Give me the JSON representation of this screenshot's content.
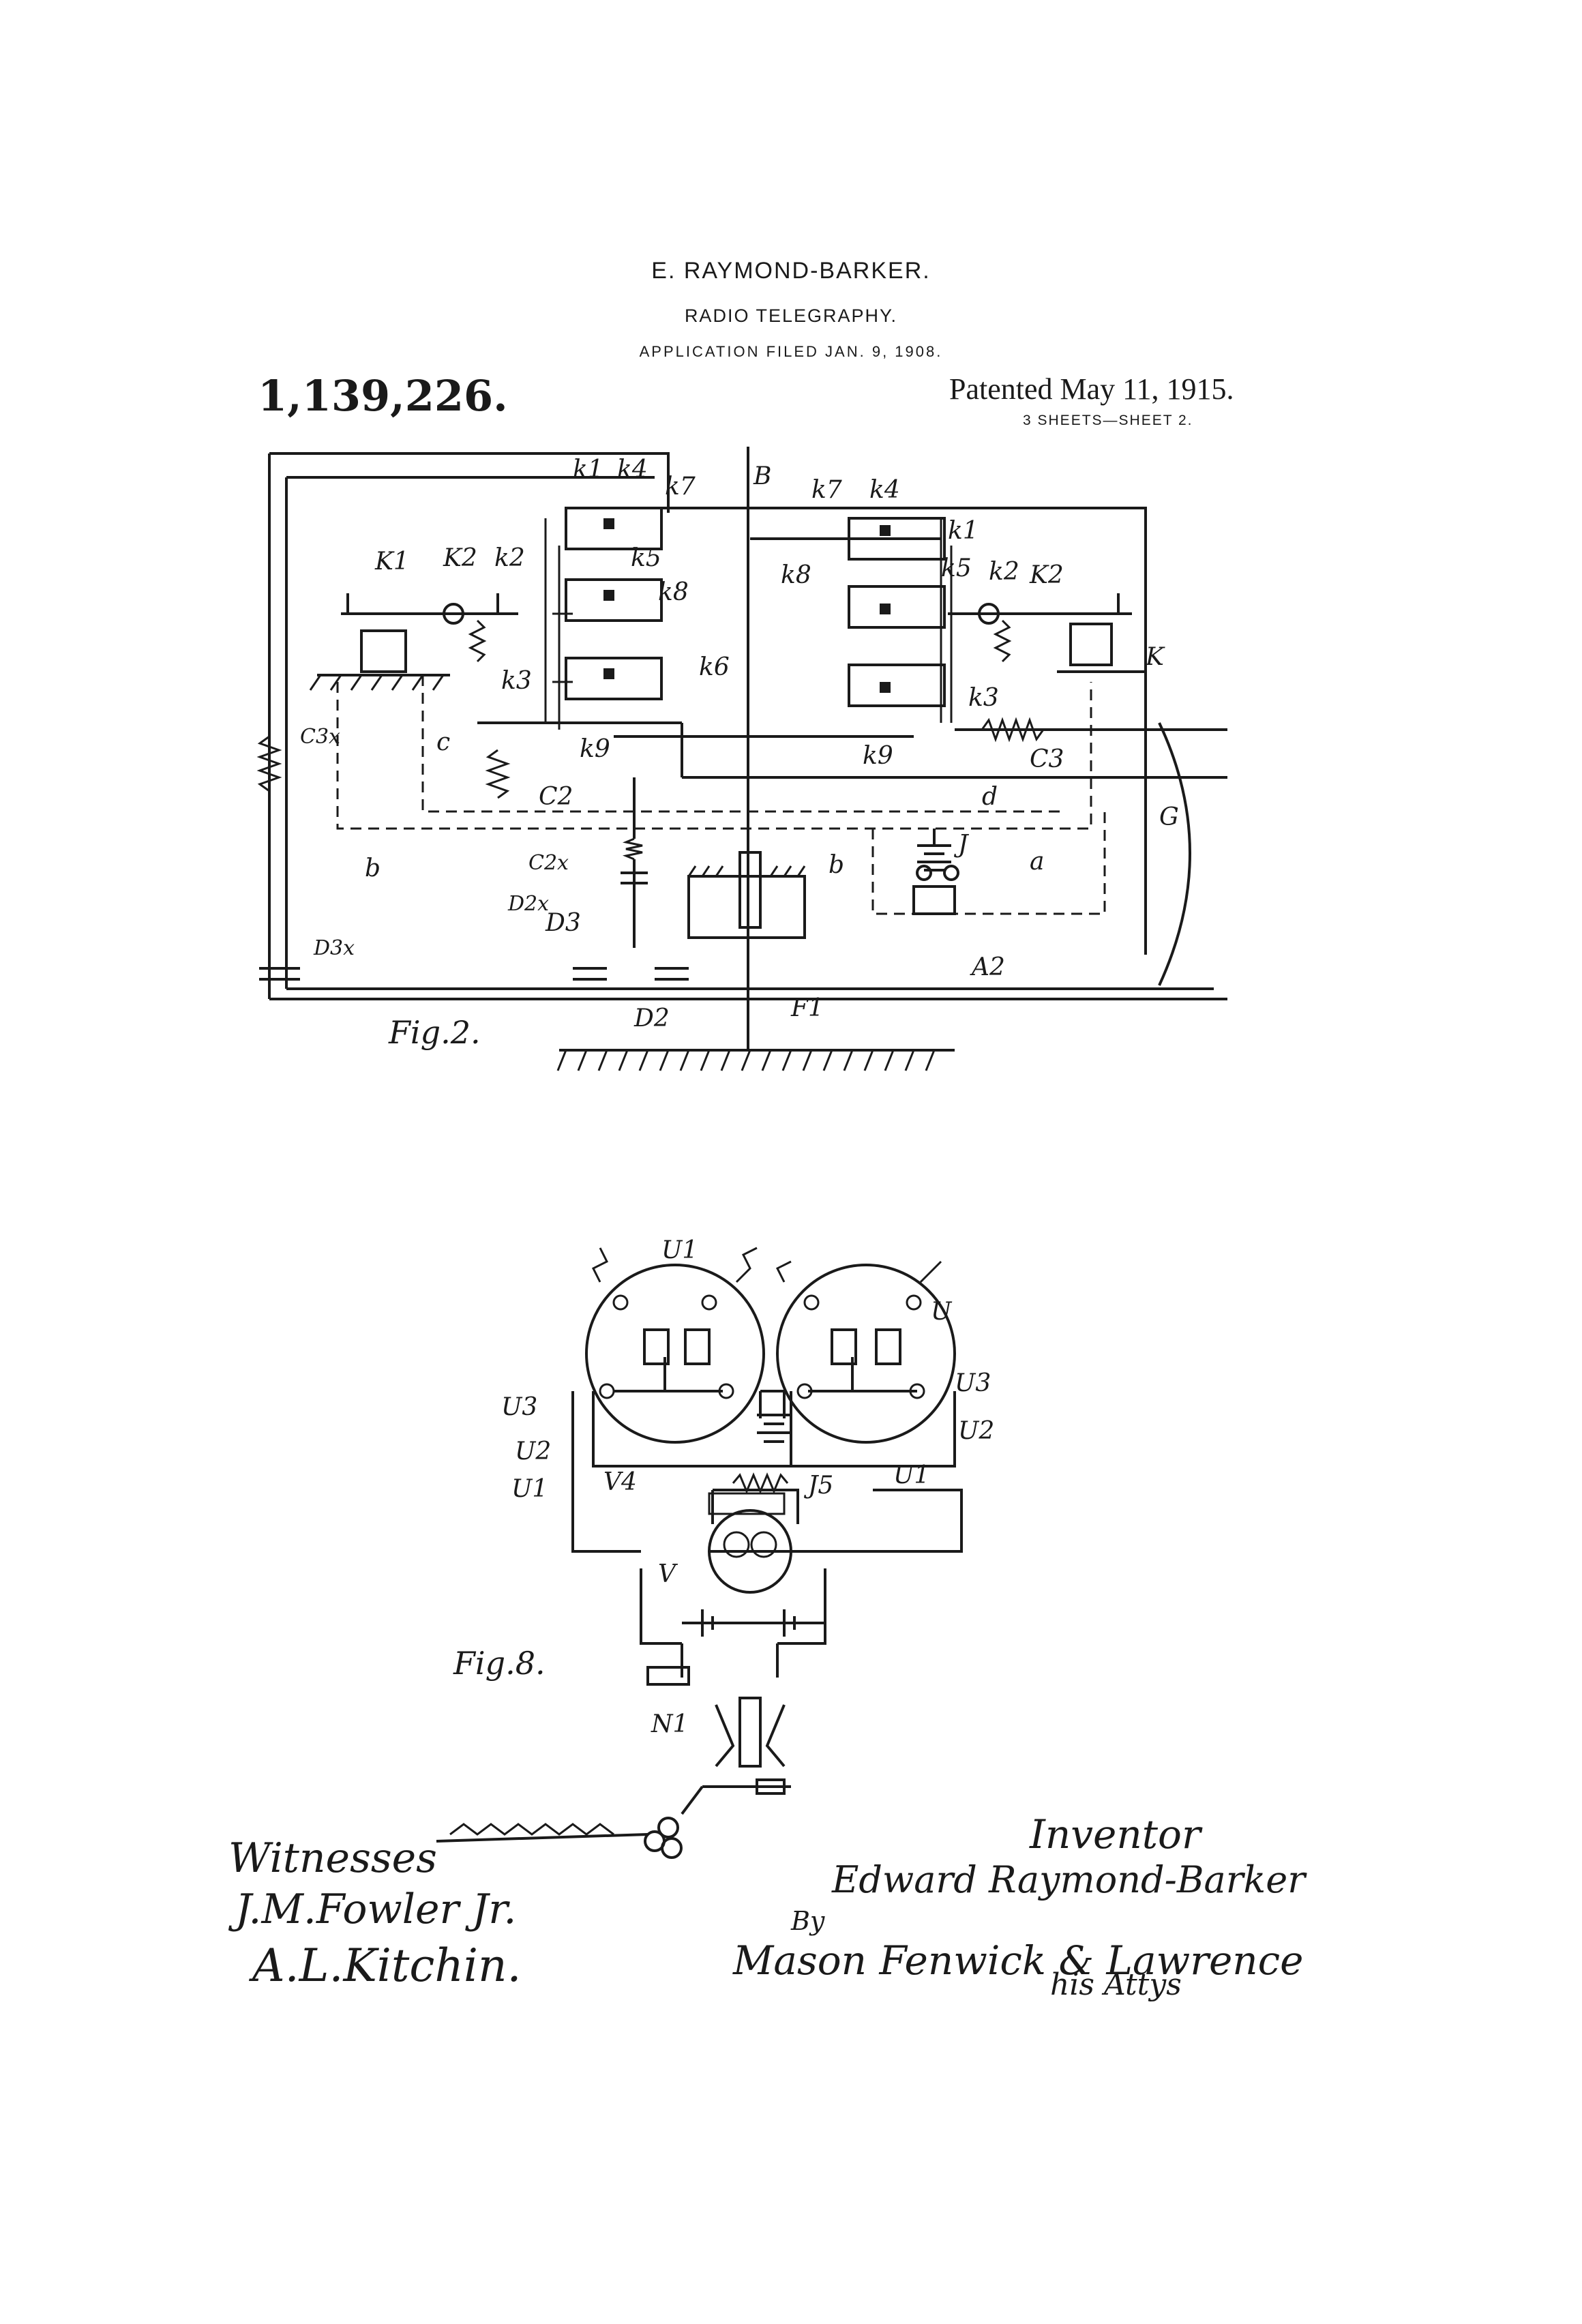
{
  "header": {
    "inventor": "E. RAYMOND-BARKER.",
    "title": "RADIO TELEGRAPHY.",
    "application": "APPLICATION FILED JAN. 9, 1908.",
    "patent_number": "1,139,226.",
    "patent_date": "Patented May 11, 1915.",
    "sheet_info": "3 SHEETS—SHEET 2."
  },
  "figure2": {
    "caption": "Fig.2.",
    "labels": {
      "k1_top": "k1",
      "k4_top": "k4",
      "k7_top": "k7",
      "B": "B",
      "k7_right": "k7",
      "k4_right": "k4",
      "K1": "K1",
      "K2": "K2",
      "k2": "k2",
      "k5": "k5",
      "k8": "k8",
      "k8_right": "k8",
      "k5_right": "k5",
      "k2_right": "k2",
      "K2_right": "K2",
      "k1_right": "k1",
      "K": "K",
      "k3": "k3",
      "k6": "k6",
      "k3_right": "k3",
      "k9": "k9",
      "k9_right": "k9",
      "C3x": "C3x",
      "c": "c",
      "C2": "C2",
      "C3": "C3",
      "d": "d",
      "G": "G",
      "b": "b",
      "b2": "b",
      "C2x": "C2x",
      "D2x": "D2x",
      "D3": "D3",
      "J": "J",
      "a": "a",
      "A2": "A2",
      "D3x": "D3x",
      "D2": "D2",
      "F1": "F1"
    }
  },
  "figure8": {
    "caption": "Fig.8.",
    "labels": {
      "U1": "U1",
      "U": "U",
      "U3_left": "U3",
      "U2_left": "U2",
      "U1_left": "U1",
      "U3_right": "U3",
      "U2_right": "U2",
      "U1_right": "U1",
      "V4": "V4",
      "J5": "J5",
      "V": "V",
      "N1": "N1"
    }
  },
  "signatures": {
    "witnesses_label": "Witnesses",
    "witness1": "J.M.Fowler Jr.",
    "witness2": "A.L.Kitchin.",
    "inventor_label": "Inventor",
    "inventor_signature": "Edward Raymond-Barker",
    "by_label": "By",
    "attorneys": "Mason Fenwick & Lawrence",
    "attorneys_suffix": "his Attys"
  }
}
